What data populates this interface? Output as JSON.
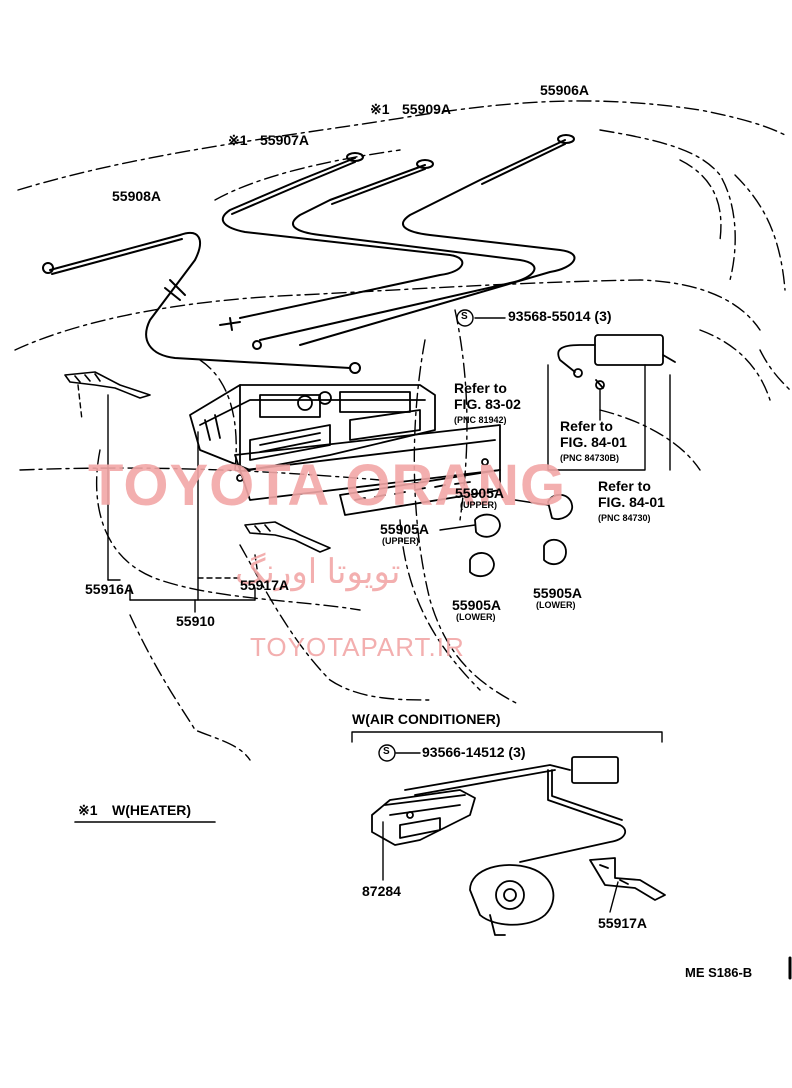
{
  "parts": {
    "p55906A": "55906A",
    "p55909A": "55909A",
    "p55907A": "55907A",
    "p55908A": "55908A",
    "mark1": "※1",
    "mark2": "※1",
    "screw1": "93568-55014 (3)",
    "p55905A_ur": "55905A",
    "upper_ur": "(UPPER)",
    "p55905A_ul": "55905A",
    "upper_ul": "(UPPER)",
    "p55905A_ll": "55905A",
    "lower_ll": "(LOWER)",
    "p55905A_lr": "55905A",
    "lower_lr": "(LOWER)",
    "p55916A": "55916A",
    "p55917A_top": "55917A",
    "p55910": "55910",
    "screw2": "93566-14512 (3)",
    "p87284": "87284",
    "p55917A_bottom": "55917A",
    "s_symbol_1": "S",
    "s_symbol_2": "S"
  },
  "refs": {
    "ref1_line1": "Refer to",
    "ref1_line2": "FIG. 83-02",
    "ref1_pnc": "(PNC 81942)",
    "ref2_line1": "Refer to",
    "ref2_line2": "FIG. 84-01",
    "ref2_pnc": "(PNC 84730B)",
    "ref3_line1": "Refer to",
    "ref3_line2": "FIG. 84-01",
    "ref3_pnc": "(PNC 84730)"
  },
  "sections": {
    "air_conditioner": "W(AIR CONDITIONER)",
    "heater": "W(HEATER)"
  },
  "footer": {
    "code": "ME S186-B"
  },
  "watermarks": {
    "main": "TOYOTA ORANG",
    "persian": "تویوتا اورنگ",
    "site": "TOYOTAPART.IR"
  },
  "colors": {
    "ink": "#000000",
    "watermark": "#f2a7a7"
  }
}
